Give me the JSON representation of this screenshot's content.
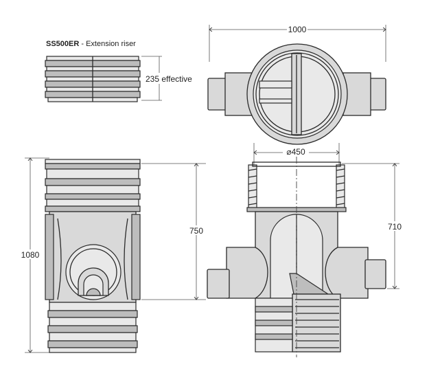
{
  "riser": {
    "code": "SS500ER",
    "separator": " - ",
    "description": "Extension riser",
    "effective_label": "235 effective"
  },
  "dimensions": {
    "width_top": "1000",
    "diameter": "⌀450",
    "height_total": "1080",
    "height_side": "750",
    "height_section": "710"
  },
  "colors": {
    "body_fill": "#d9d9d9",
    "outline": "#2a2a2a",
    "dim_line": "#555555"
  }
}
